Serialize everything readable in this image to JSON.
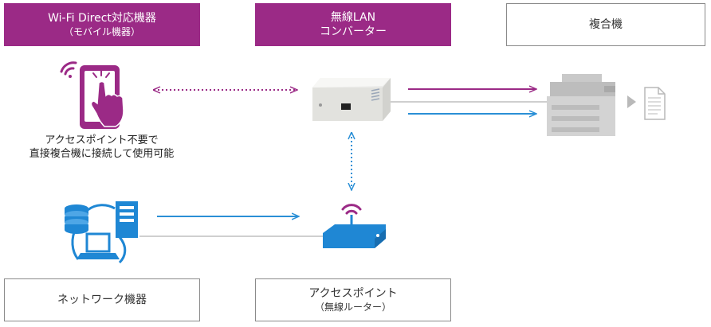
{
  "labels": {
    "wifi_direct": {
      "line1": "Wi-Fi Direct対応機器",
      "line2": "（モバイル機器）"
    },
    "converter": {
      "line1": "無線LAN",
      "line2": "コンバーター"
    },
    "mfp": {
      "line1": "複合機"
    },
    "network": {
      "line1": "ネットワーク機器"
    },
    "access_point": {
      "line1": "アクセスポイント",
      "line2": "（無線ルーター）"
    }
  },
  "captions": {
    "direct_note": {
      "line1": "アクセスポイント不要で",
      "line2": "直接複合機に接続して使用可能"
    }
  },
  "colors": {
    "purple": "#9b2a86",
    "blue": "#2a8fd6",
    "gray": "#d0d0d0"
  }
}
